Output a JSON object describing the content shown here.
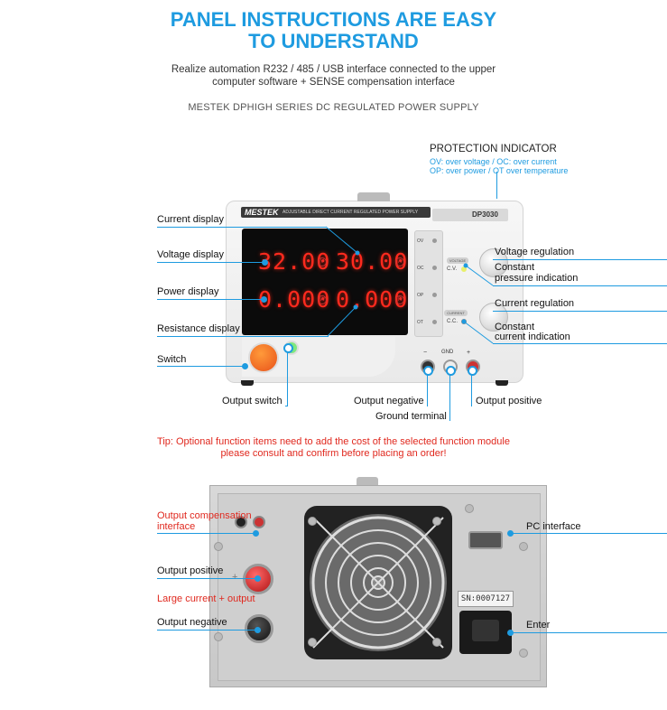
{
  "header": {
    "title_line1": "PANEL INSTRUCTIONS ARE EASY",
    "title_line2": "TO UNDERSTAND",
    "subtitle_line1": "Realize automation R232 / 485 / USB interface connected to the upper",
    "subtitle_line2": "computer software + SENSE compensation interface",
    "series": "MESTEK DPHIGH SERIES  DC REGULATED POWER SUPPLY"
  },
  "protection": {
    "title": "PROTECTION INDICATOR",
    "line1": "OV: over voltage / OC: over current",
    "line2": "OP: over power / OT over temperature"
  },
  "front_panel": {
    "brand": "MESTEK",
    "model": "DP3030",
    "strip_text": "ADJUSTABLE DIRECT CURRENT REGULATED POWER SUPPLY",
    "display": {
      "voltage": "32.00",
      "current": "30.00",
      "power": "0.000",
      "resistance": "0.000",
      "unit_v": "V",
      "unit_a": "A",
      "unit_w": "W",
      "unit_r": "R"
    },
    "indicators": [
      "OV",
      "OC",
      "OP",
      "OT"
    ],
    "voltage_tag": "VOLTAGE",
    "current_tag": "CURRENT",
    "cv": "C.V.",
    "cc": "C.C.",
    "terminal_minus": "−",
    "terminal_gnd": "GND",
    "terminal_plus": "+"
  },
  "front_labels": {
    "current_display": "Current display",
    "voltage_display": "Voltage display",
    "power_display": "Power display",
    "resistance_display": "Resistance display",
    "switch": "Switch",
    "output_switch": "Output switch",
    "output_negative": "Output negative",
    "ground_terminal": "Ground terminal",
    "output_positive": "Output positive",
    "voltage_regulation": "Voltage regulation",
    "constant_pressure_1": "Constant",
    "constant_pressure_2": "pressure indication",
    "current_regulation": "Current regulation",
    "constant_current_1": "Constant",
    "constant_current_2": "current indication"
  },
  "tip": {
    "line1": "Tip: Optional function items need to add the cost of the selected function module",
    "line2": "please consult and confirm before placing an order!"
  },
  "rear_labels": {
    "compensation_1": "Output compensation",
    "compensation_2": "interface",
    "pc_interface": "PC interface",
    "output_positive": "Output positive",
    "large_current": "Large current + output",
    "output_negative": "Output negative",
    "enter": "Enter",
    "serial": "SN:0007127"
  },
  "colors": {
    "accent": "#1e9be0",
    "warning": "#e0281e",
    "display": "#ff2a1e"
  }
}
